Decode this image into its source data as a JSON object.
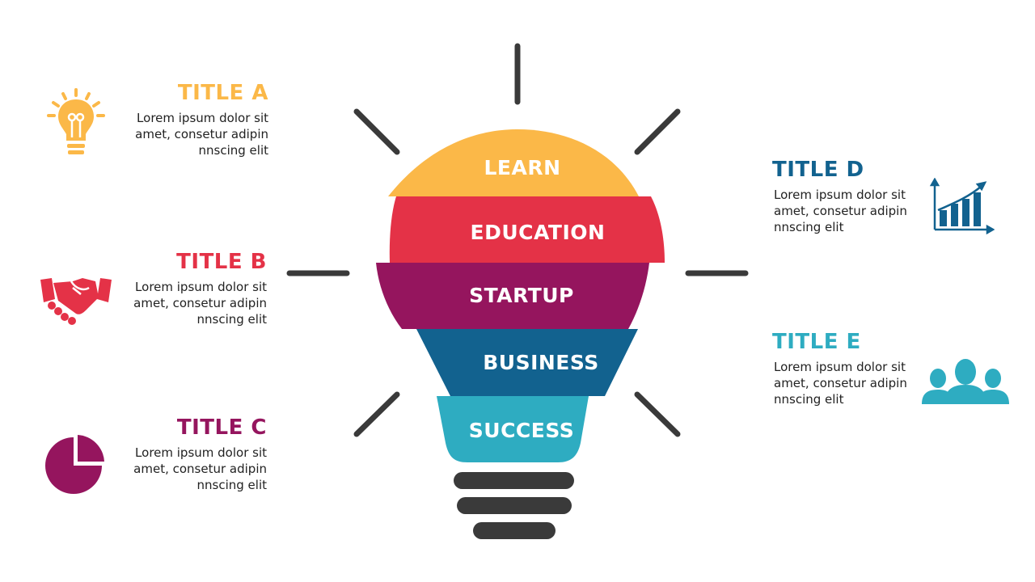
{
  "colors": {
    "learn": "#FBB848",
    "education": "#E43247",
    "startup": "#95155E",
    "business": "#12628F",
    "success": "#2EACC1",
    "rays": "#3A3A3A"
  },
  "bulb_layers": [
    {
      "label": "LEARN"
    },
    {
      "label": "EDUCATION"
    },
    {
      "label": "STARTUP"
    },
    {
      "label": "BUSINESS"
    },
    {
      "label": "SUCCESS"
    }
  ],
  "items": {
    "a": {
      "title": "TITLE A",
      "line1": "Lorem ipsum dolor sit",
      "line2": "amet, consetur adipin",
      "line3": "nnscing elit",
      "icon": "lightbulb-icon"
    },
    "b": {
      "title": "TITLE B",
      "line1": "Lorem ipsum dolor sit",
      "line2": "amet, consetur adipin",
      "line3": "nnscing elit",
      "icon": "handshake-icon"
    },
    "c": {
      "title": "TITLE C",
      "line1": "Lorem ipsum dolor sit",
      "line2": "amet, consetur adipin",
      "line3": "nnscing elit",
      "icon": "pie-chart-icon"
    },
    "d": {
      "title": "TITLE D",
      "line1": "Lorem ipsum dolor sit",
      "line2": "amet, consetur adipin",
      "line3": "nnscing elit",
      "icon": "growth-chart-icon"
    },
    "e": {
      "title": "TITLE E",
      "line1": "Lorem ipsum dolor sit",
      "line2": "amet, consetur adipin",
      "line3": "nnscing elit",
      "icon": "team-icon"
    }
  }
}
